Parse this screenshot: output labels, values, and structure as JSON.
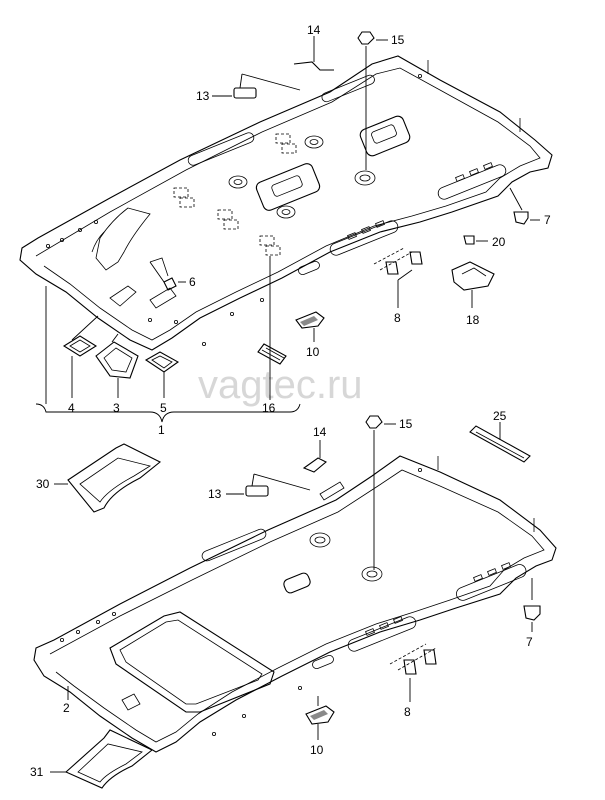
{
  "watermark": "vagtec.ru",
  "callouts": {
    "c1": "1",
    "c2": "2",
    "c3": "3",
    "c4": "4",
    "c5": "5",
    "c6": "6",
    "c7a": "7",
    "c7b": "7",
    "c8a": "8",
    "c8b": "8",
    "c10a": "10",
    "c10b": "10",
    "c13a": "13",
    "c13b": "13",
    "c14a": "14",
    "c14b": "14",
    "c15a": "15",
    "c15b": "15",
    "c16": "16",
    "c18": "18",
    "c20": "20",
    "c25": "25",
    "c30": "30",
    "c31": "31"
  }
}
